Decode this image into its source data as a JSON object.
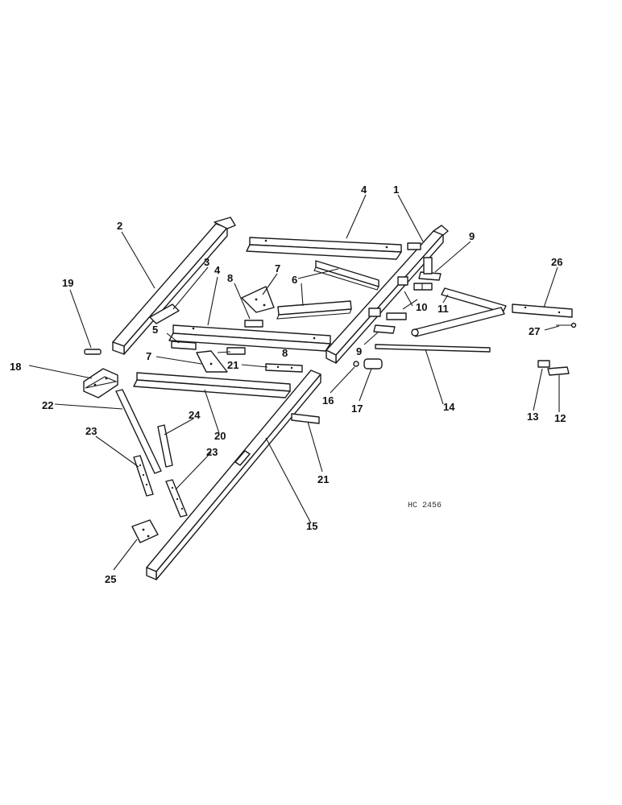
{
  "callouts": {
    "c1": "1",
    "c2": "2",
    "c3": "3",
    "c4a": "4",
    "c4b": "4",
    "c5": "5",
    "c6": "6",
    "c7a": "7",
    "c7b": "7",
    "c8a": "8",
    "c8b": "8",
    "c9a": "9",
    "c9b": "9",
    "c10": "10",
    "c11": "11",
    "c12": "12",
    "c13": "13",
    "c14": "14",
    "c15": "15",
    "c16": "16",
    "c17": "17",
    "c18": "18",
    "c19": "19",
    "c20": "20",
    "c21a": "21",
    "c21b": "21",
    "c22": "22",
    "c23a": "23",
    "c23b": "23",
    "c24": "24",
    "c25": "25",
    "c26": "26",
    "c27": "27"
  },
  "reference_code": "HC 2456"
}
